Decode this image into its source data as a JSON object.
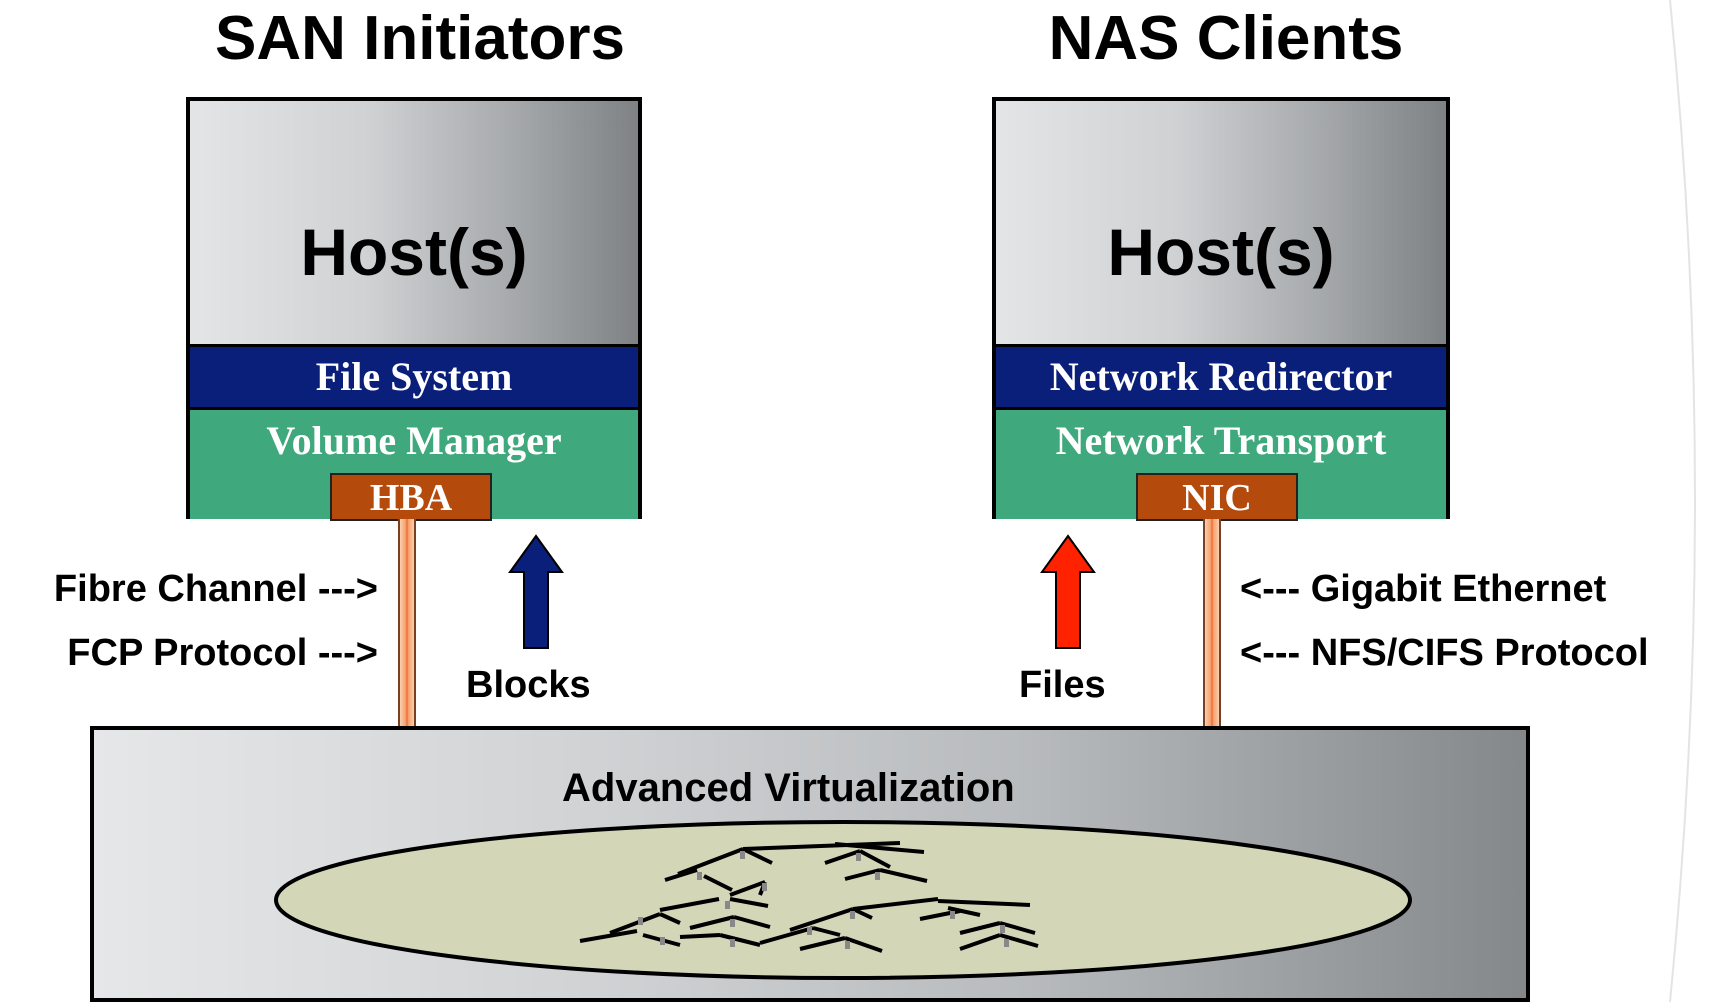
{
  "san": {
    "heading": "SAN Initiators",
    "host_label": "Host(s)",
    "layer_top": "File System",
    "layer_middle": "Volume Manager",
    "adapter": "HBA",
    "link_line_1": "Fibre Channel --->",
    "link_line_2": "FCP Protocol --->",
    "flow_label": "Blocks",
    "flow_arrow_color": "#0a1f7a"
  },
  "nas": {
    "heading": "NAS Clients",
    "host_label": "Host(s)",
    "layer_top": "Network Redirector",
    "layer_middle": "Network Transport",
    "adapter": "NIC",
    "link_line_1": "<--- Gigabit Ethernet",
    "link_line_2": "<--- NFS/CIFS Protocol",
    "flow_label": "Files",
    "flow_arrow_color": "#ff2200"
  },
  "storage": {
    "title": "Advanced Virtualization"
  },
  "colors": {
    "layer_blue": "#0a1f7a",
    "layer_green": "#3fa87c",
    "adapter": "#b44a0c",
    "pool_fill": "#d4d6b8",
    "cable": "#ee6a2a"
  }
}
